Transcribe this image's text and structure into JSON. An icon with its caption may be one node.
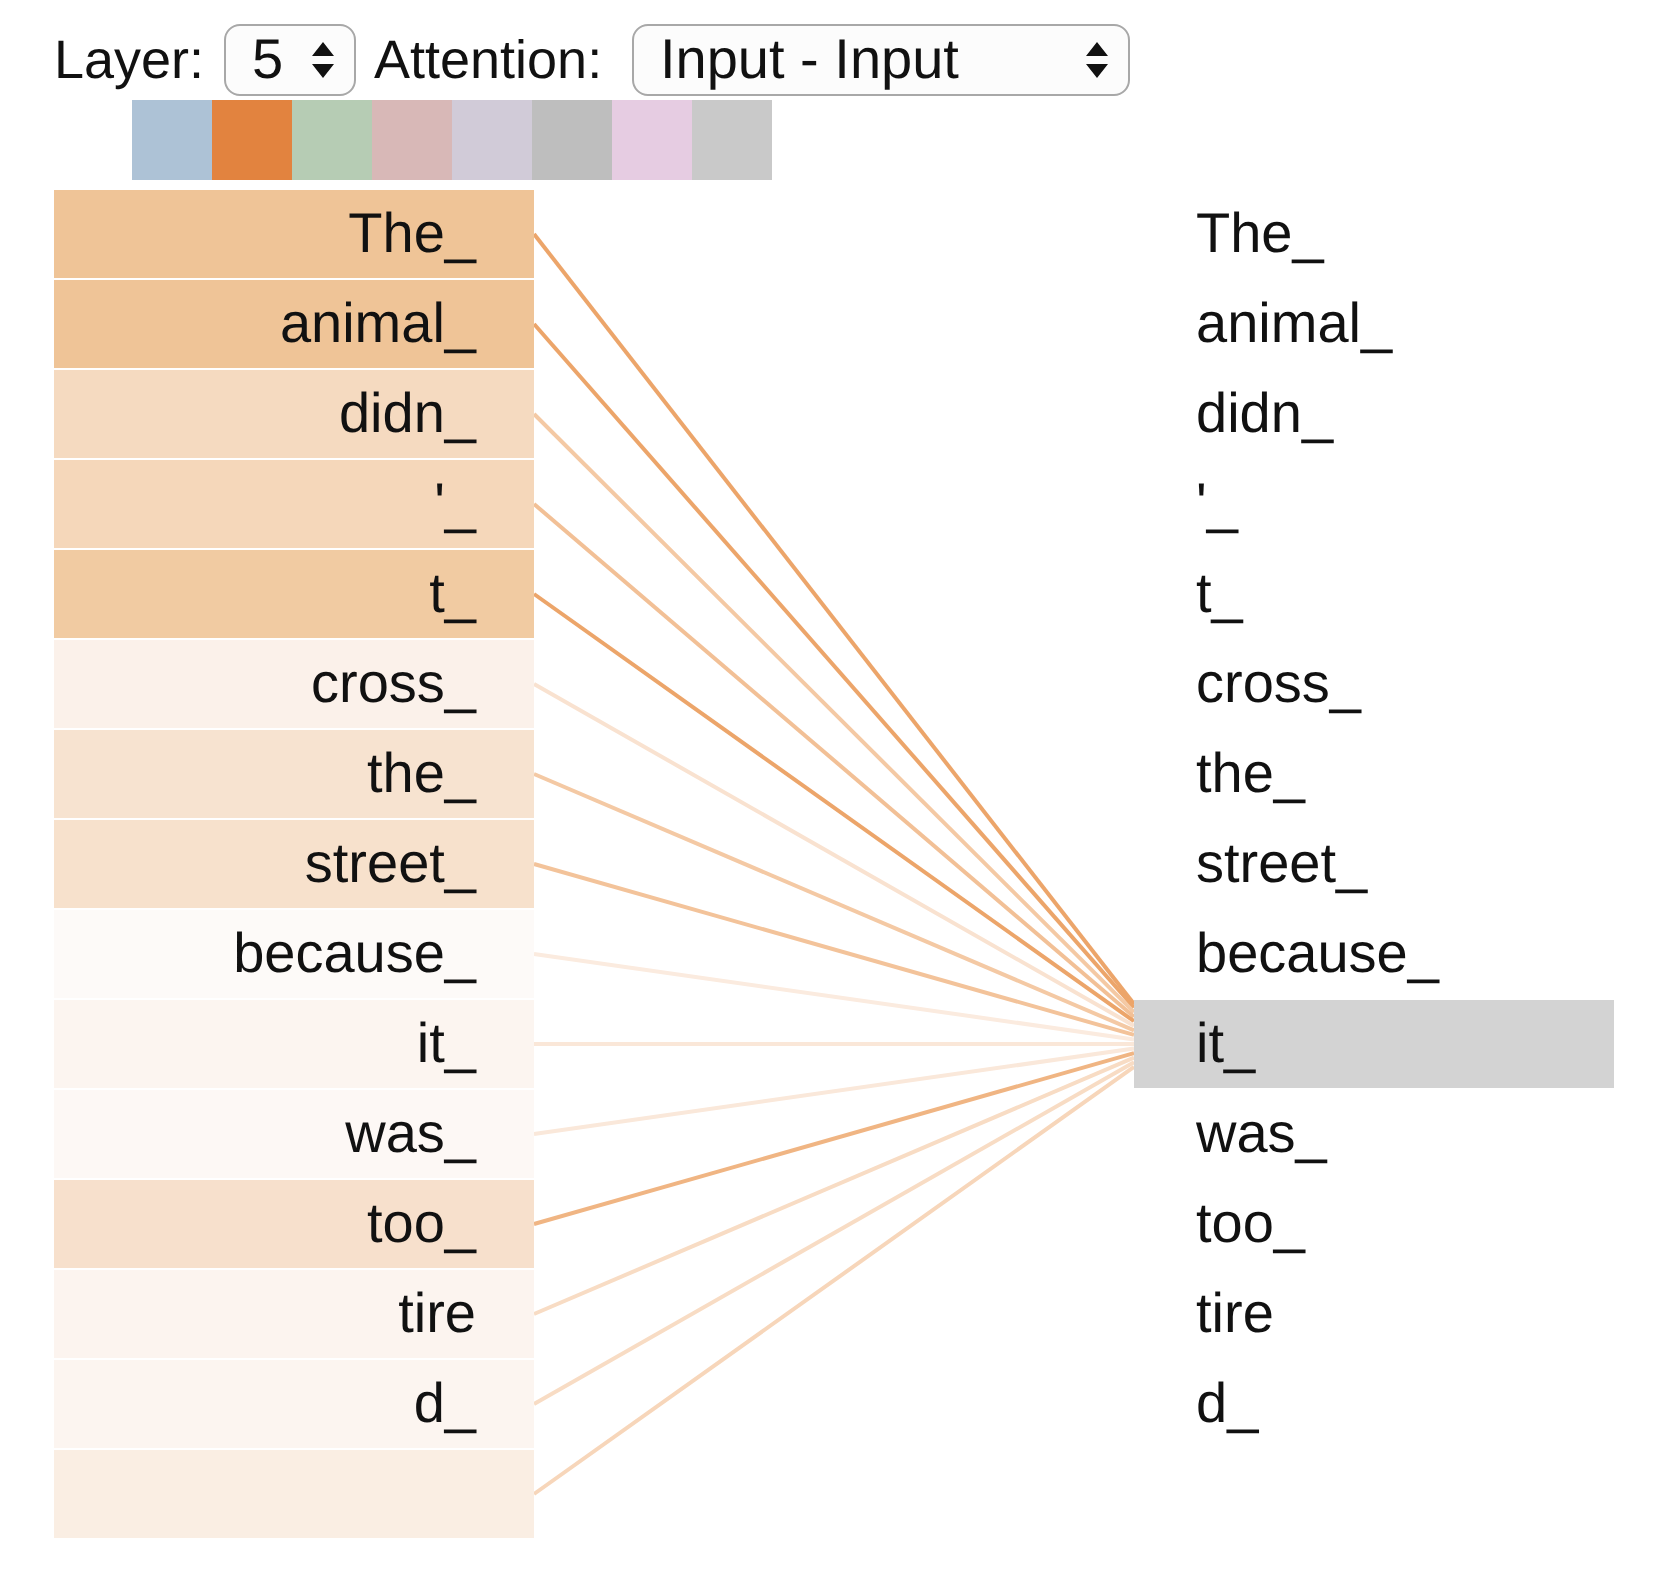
{
  "diagram": {
    "nodes": [
      {
        "text": [
          "The_"
        ]
      },
      {
        "text": [
          "animal_"
        ]
      },
      {
        "text": [
          "didn_"
        ]
      },
      {
        "text": [
          "'_"
        ]
      },
      {
        "text": [
          "t_"
        ]
      },
      {
        "text": [
          "cross_"
        ]
      },
      {
        "text": [
          "the_"
        ]
      },
      {
        "text": [
          "street_"
        ]
      },
      {
        "text": [
          "because_"
        ]
      },
      {
        "text": [
          "it_"
        ]
      },
      {
        "text": [
          "was_"
        ]
      },
      {
        "text": [
          "too_"
        ]
      },
      {
        "text": [
          "tire"
        ]
      },
      {
        "text": [
          "d_"
        ]
      },
      {
        "text": [],
        "shape": "box"
      },
      {
        "text": [
          "The_"
        ]
      },
      {
        "text": [
          "animal_"
        ]
      },
      {
        "text": [
          "didn_"
        ]
      },
      {
        "text": [
          "'_"
        ]
      },
      {
        "text": [
          "t_"
        ]
      },
      {
        "text": [
          "cross_"
        ]
      },
      {
        "text": [
          "the_"
        ]
      },
      {
        "text": [
          "street_"
        ]
      },
      {
        "text": [
          "because_"
        ]
      },
      {
        "text": [
          "it_"
        ]
      },
      {
        "text": [
          "was_"
        ]
      },
      {
        "text": [
          "too_"
        ]
      },
      {
        "text": [
          "tire"
        ]
      },
      {
        "text": [
          "d_"
        ]
      }
    ],
    "edges": [
      {
        "from": 0,
        "to": 24,
        "arrow": "none",
        "color": "#eca56a"
      },
      {
        "from": 1,
        "to": 24,
        "arrow": "none",
        "color": "#eca56a"
      },
      {
        "from": 2,
        "to": 24,
        "arrow": "none"
      },
      {
        "from": 3,
        "to": 24,
        "arrow": "none",
        "color": "#f2c096"
      },
      {
        "from": 4,
        "to": 24,
        "arrow": "none",
        "color": "#eca56a"
      },
      {
        "from": 5,
        "to": 24,
        "arrow": "none",
        "color": "#f9e2d0"
      },
      {
        "from": 6,
        "to": 24,
        "arrow": "none"
      },
      {
        "from": 7,
        "to": 24,
        "arrow": "none",
        "color": "#f3c39a"
      },
      {
        "from": 8,
        "to": 24,
        "arrow": "none",
        "color": "#fbebdf"
      },
      {
        "from": 9,
        "to": 24,
        "arrow": "none",
        "color": "#fae7d8"
      },
      {
        "from": 10,
        "to": 24,
        "arrow": "none",
        "color": "#fae8da"
      },
      {
        "from": 11,
        "to": 24,
        "arrow": "none",
        "color": "#f0b583"
      },
      {
        "from": 12,
        "to": 24,
        "arrow": "none",
        "color": "#f8dcc4"
      },
      {
        "from": 13,
        "to": 24,
        "arrow": "none",
        "color": "#f8dcc4"
      },
      {
        "from": 14,
        "to": 24,
        "arrow": "none",
        "color": "#f7d6ba"
      }
    ],
    "labels": [
      "Layer:",
      "5",
      "Attention:",
      "Input - Input"
    ]
  }
}
